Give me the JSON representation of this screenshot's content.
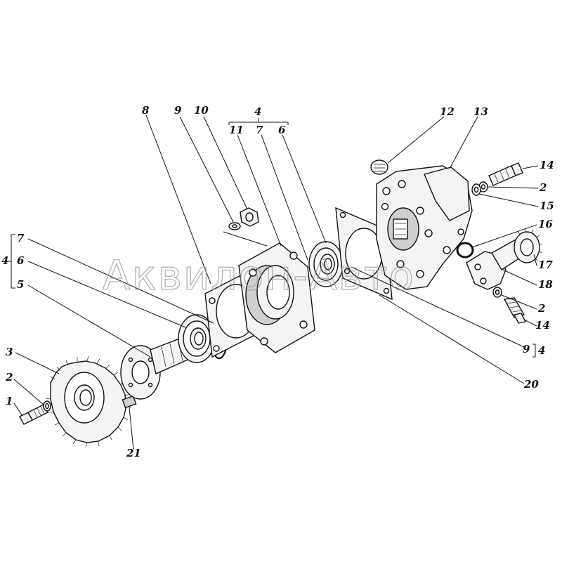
{
  "watermark": "Аквилон-Авто",
  "callouts": {
    "c1": "1",
    "c2a": "2",
    "c2b": "2",
    "c2c": "2",
    "c3": "3",
    "c4_top": "4",
    "c4_left": "4",
    "c4_right": "4",
    "c5": "5",
    "c6_left": "6",
    "c6_top": "6",
    "c7_left": "7",
    "c7_top": "7",
    "c8": "8",
    "c9_top": "9",
    "c9_right": "9",
    "c10": "10",
    "c11": "11",
    "c12": "12",
    "c13": "13",
    "c14a": "14",
    "c14b": "14",
    "c15": "15",
    "c16": "16",
    "c17": "17",
    "c18": "18",
    "c20": "20",
    "c21": "21"
  }
}
